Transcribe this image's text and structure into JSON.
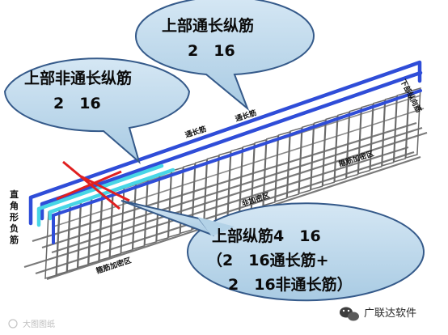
{
  "callouts": {
    "top_continuous": {
      "line1": "上部通长纵筋",
      "line2": "2　16"
    },
    "top_noncontinuous": {
      "line1": "上部非通长纵筋",
      "line2": "2　16"
    },
    "top_total": {
      "line1": "上部纵筋4　16",
      "line2": "（2　16通长筋+",
      "line3": "2　16非通长筋）"
    }
  },
  "beam_labels": {
    "continuous_1": "通长筋",
    "continuous_2": "通长筋",
    "bottom_long": "下部纵向筋",
    "dense_zone_top": "箍筋加密区",
    "dense_zone_bottom": "箍筋加密区",
    "non_dense_zone": "非加密区",
    "vertical_hook": [
      "直",
      "角",
      "形",
      "负",
      "筋"
    ]
  },
  "watermark": "大图图纸",
  "brand": {
    "name": "广联达软件"
  },
  "colors": {
    "callout_fill": "#b9d6ea",
    "callout_stroke": "#355a8a",
    "blue_bar": "#2f4dd8",
    "cyan_bar": "#48d6e6",
    "steel": "#6f6f6f",
    "cross": "#e02020"
  }
}
